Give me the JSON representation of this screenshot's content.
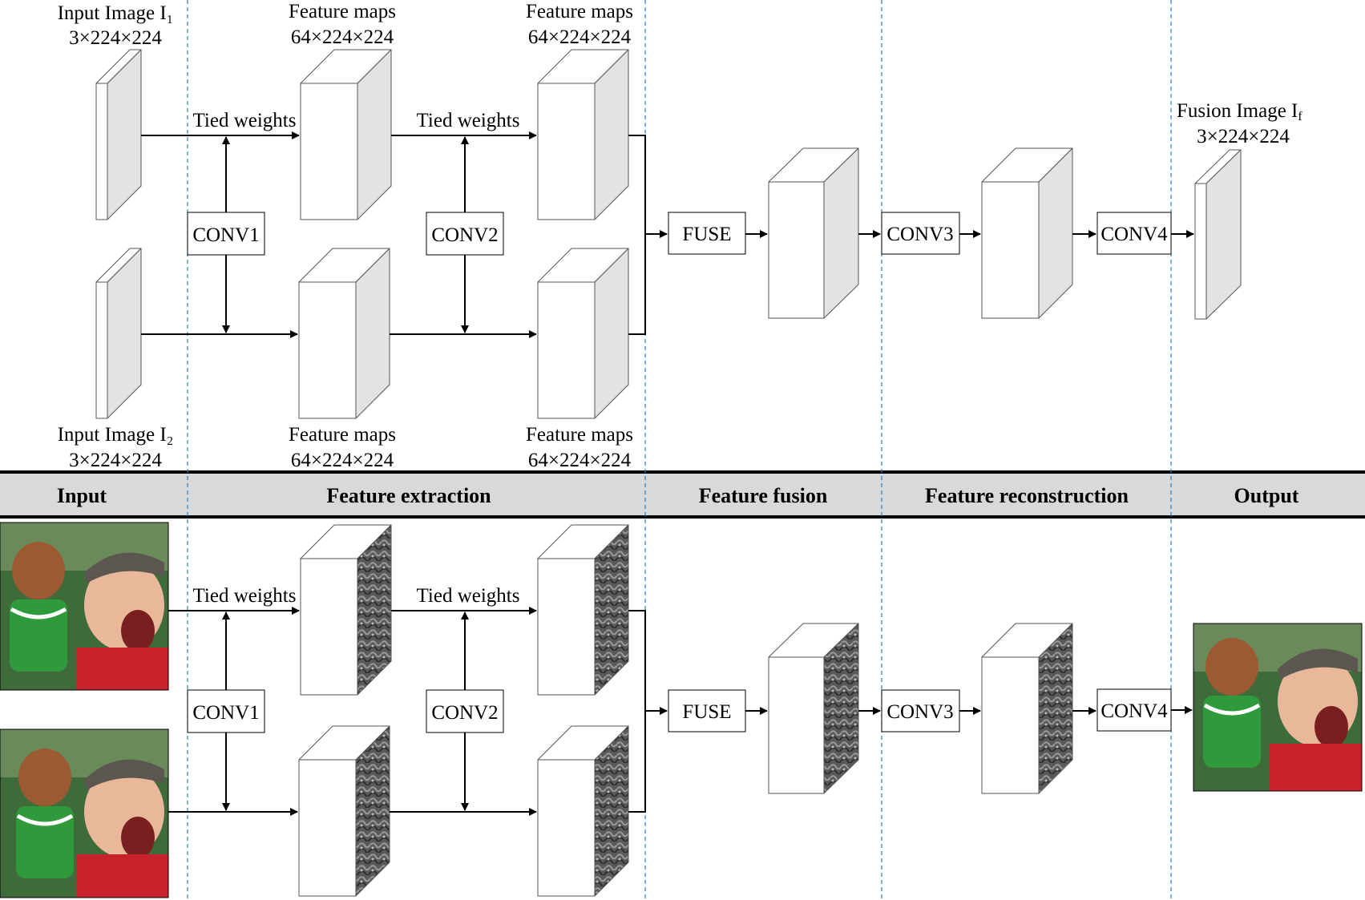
{
  "labels": {
    "input1_title": "Input Image I₁",
    "input1_dims": "3×224×224",
    "input2_title": "Input Image I₂",
    "input2_dims": "3×224×224",
    "fm_top_a_title": "Feature maps",
    "fm_top_a_dims": "64×224×224",
    "fm_top_b_title": "Feature maps",
    "fm_top_b_dims": "64×224×224",
    "fm_bot_a_title": "Feature maps",
    "fm_bot_a_dims": "64×224×224",
    "fm_bot_b_title": "Feature maps",
    "fm_bot_b_dims": "64×224×224",
    "fusion_title": "Fusion Image I",
    "fusion_sub": "f",
    "fusion_dims": "3×224×224",
    "tied_weights": "Tied weights"
  },
  "ops": {
    "conv1": "CONV1",
    "conv2": "CONV2",
    "fuse": "FUSE",
    "conv3": "CONV3",
    "conv4": "CONV4"
  },
  "stages": {
    "input": "Input",
    "extraction": "Feature extraction",
    "fusion": "Feature fusion",
    "reconstruction": "Feature reconstruction",
    "output": "Output"
  },
  "colors": {
    "divider": "#2a7fc0",
    "band": "#d9d9d9",
    "block_side": "#e3e3e3",
    "photo_bg": "#3f6a3a",
    "shirt_red": "#c8232c",
    "skin": "#e9b79a",
    "cookie": "#9b5a32",
    "cookie_vest": "#2f9a3c"
  }
}
